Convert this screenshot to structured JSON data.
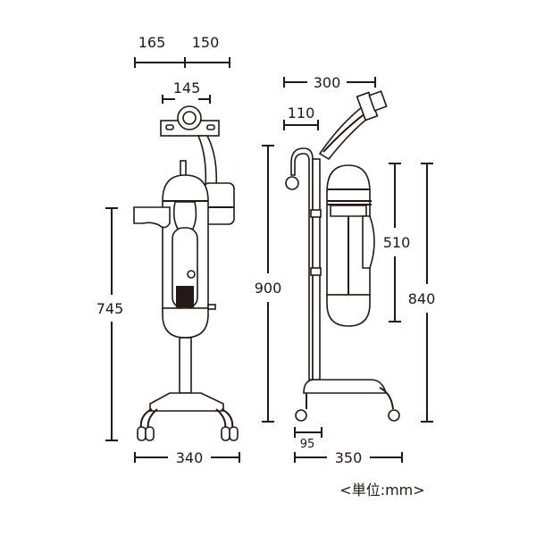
{
  "dimensions": {
    "front": {
      "top_left": "165",
      "top_right": "150",
      "bracket_width": "145",
      "height": "745",
      "base_width": "340"
    },
    "side": {
      "hose_reach": "300",
      "hook_offset": "110",
      "total_height": "900",
      "tank_height": "510",
      "body_height": "840",
      "wheel_offset": "95",
      "base_depth": "350"
    }
  },
  "unit_label": "<単位:mm>",
  "colors": {
    "line": "#231815"
  }
}
